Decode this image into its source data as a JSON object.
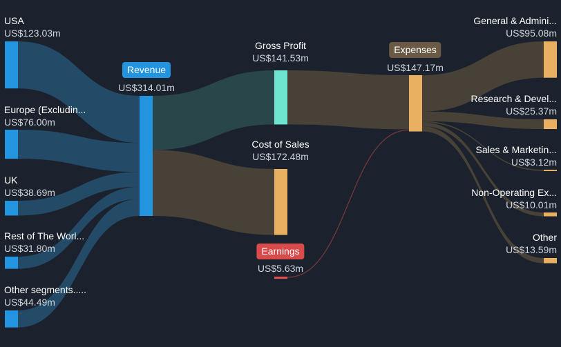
{
  "chart_data": {
    "type": "sankey",
    "colors": {
      "background": "#1b222d",
      "segment": "#2394e0",
      "segment_flow": "#25506f",
      "gross_profit": "#6ee6cf",
      "gross_flow": "#2b4b4e",
      "cost": "#e9b062",
      "cost_flow": "#4d4538",
      "earnings": "#e44f4f",
      "earnings_pill": "#d94a4a",
      "expense_pill": "#6a5a45",
      "revenue_pill": "#2394e0"
    },
    "nodes": {
      "usa": {
        "label": "USA",
        "value_text": "US$123.03m",
        "value": 123.03
      },
      "europe": {
        "label": "Europe (Excludin...",
        "value_text": "US$76.00m",
        "value": 76.0
      },
      "uk": {
        "label": "UK",
        "value_text": "US$38.69m",
        "value": 38.69
      },
      "rest": {
        "label": "Rest of The Worl...",
        "value_text": "US$31.80m",
        "value": 31.8
      },
      "other_segments": {
        "label": "Other segments.....",
        "value_text": "US$44.49m",
        "value": 44.49
      },
      "revenue": {
        "label": "Revenue",
        "value_text": "US$314.01m",
        "value": 314.01
      },
      "gross_profit": {
        "label": "Gross Profit",
        "value_text": "US$141.53m",
        "value": 141.53
      },
      "cost_of_sales": {
        "label": "Cost of Sales",
        "value_text": "US$172.48m",
        "value": 172.48
      },
      "earnings": {
        "label": "Earnings",
        "value_text": "US$5.63m",
        "value": 5.63
      },
      "expenses": {
        "label": "Expenses",
        "value_text": "US$147.17m",
        "value": 147.17
      },
      "general_admin": {
        "label": "General & Admini...",
        "value_text": "US$95.08m",
        "value": 95.08
      },
      "research": {
        "label": "Research & Devel...",
        "value_text": "US$25.37m",
        "value": 25.37
      },
      "sales_marketing": {
        "label": "Sales & Marketin...",
        "value_text": "US$3.12m",
        "value": 3.12
      },
      "non_operating": {
        "label": "Non-Operating Ex...",
        "value_text": "US$10.01m",
        "value": 10.01
      },
      "other": {
        "label": "Other",
        "value_text": "US$13.59m",
        "value": 13.59
      }
    },
    "links": [
      {
        "source": "usa",
        "target": "revenue",
        "value": 123.03
      },
      {
        "source": "europe",
        "target": "revenue",
        "value": 76.0
      },
      {
        "source": "uk",
        "target": "revenue",
        "value": 38.69
      },
      {
        "source": "rest",
        "target": "revenue",
        "value": 31.8
      },
      {
        "source": "other_segments",
        "target": "revenue",
        "value": 44.49
      },
      {
        "source": "revenue",
        "target": "gross_profit",
        "value": 141.53
      },
      {
        "source": "revenue",
        "target": "cost_of_sales",
        "value": 172.48
      },
      {
        "source": "gross_profit",
        "target": "expenses",
        "value": 141.53
      },
      {
        "source": "earnings",
        "target": "expenses",
        "value": 5.63
      },
      {
        "source": "expenses",
        "target": "general_admin",
        "value": 95.08
      },
      {
        "source": "expenses",
        "target": "research",
        "value": 25.37
      },
      {
        "source": "expenses",
        "target": "sales_marketing",
        "value": 3.12
      },
      {
        "source": "expenses",
        "target": "non_operating",
        "value": 10.01
      },
      {
        "source": "expenses",
        "target": "other",
        "value": 13.59
      }
    ]
  }
}
